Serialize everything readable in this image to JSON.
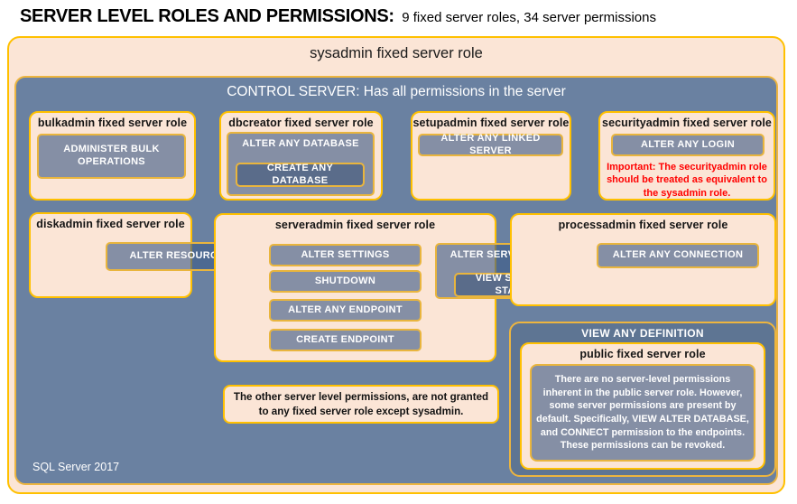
{
  "header": {
    "title": "SERVER LEVEL ROLES AND PERMISSIONS:",
    "subtitle": "9 fixed server roles, 34 server permissions"
  },
  "sysadmin": {
    "label": "sysadmin fixed server role"
  },
  "control": {
    "label": "CONTROL SERVER: Has all permissions in the server",
    "footer": "SQL Server 2017"
  },
  "roles": {
    "bulkadmin": {
      "title": "bulkadmin fixed server role",
      "perm": "ADMINISTER BULK OPERATIONS"
    },
    "dbcreator": {
      "title": "dbcreator fixed server role",
      "outer_perm": "ALTER ANY DATABASE",
      "inner_perm": "CREATE ANY DATABASE"
    },
    "setupadmin": {
      "title": "setupadmin fixed server role",
      "perm": "ALTER ANY LINKED SERVER"
    },
    "securityadmin": {
      "title": "securityadmin fixed server role",
      "perm": "ALTER ANY LOGIN",
      "warning": "Important: The securityadmin role should be treated as equivalent to the sysadmin role."
    },
    "diskadmin": {
      "title": "diskadmin fixed server role",
      "perm": "ALTER RESOURCES"
    },
    "serveradmin": {
      "title": "serveradmin fixed server role",
      "perms": [
        "ALTER SETTINGS",
        "SHUTDOWN",
        "ALTER ANY ENDPOINT",
        "CREATE ENDPOINT"
      ]
    },
    "shared_state": {
      "outer": "ALTER SERVER STATE",
      "inner": "VIEW SERVER STATE"
    },
    "processadmin": {
      "title": "processadmin fixed server role",
      "perm": "ALTER ANY CONNECTION"
    },
    "public": {
      "outer_perm": "VIEW ANY DEFINITION",
      "title": "public fixed server role",
      "note": "There are no server-level permissions inherent in the public server role. However, some server permissions are present by default. Specifically, VIEW ALTER DATABASE, and CONNECT permission to the endpoints. These permissions can be revoked."
    }
  },
  "footnote": "The other server level permissions, are not granted to any fixed server role except sysadmin.",
  "colors": {
    "peach": "#FBE5D6",
    "gold": "#FFC000",
    "control_blue": "#6A81A1",
    "public_dark_blue": "#5E7593",
    "perm_dark": "#5A6C8A",
    "warning_red": "#FF0000"
  }
}
